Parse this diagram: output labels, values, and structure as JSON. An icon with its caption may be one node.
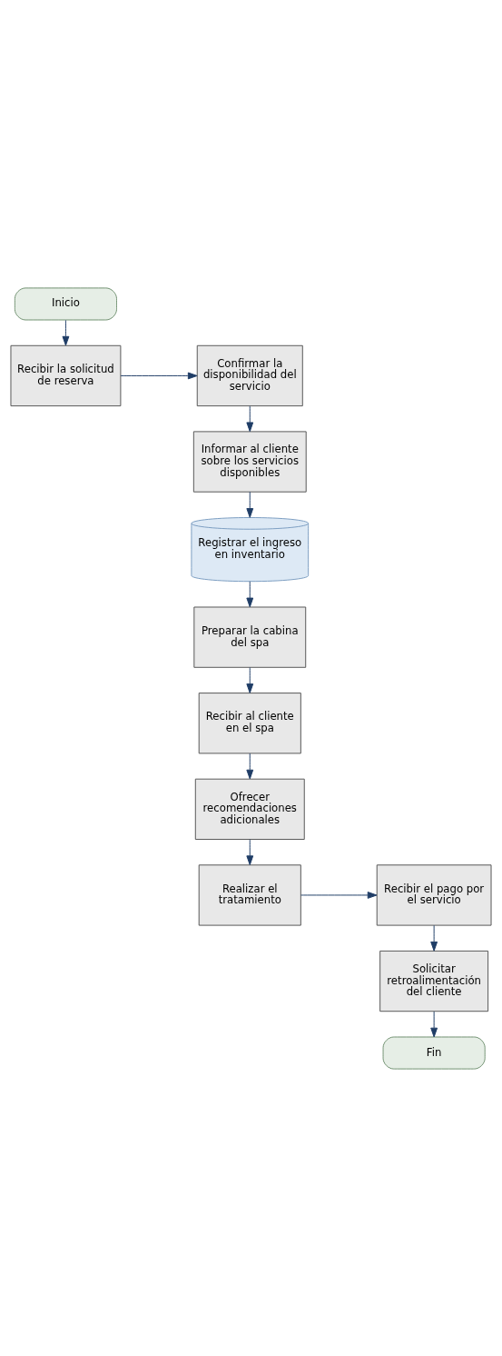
{
  "diagram": {
    "nodes": [
      {
        "text": [
          "Inicio"
        ]
      },
      {
        "text": [
          "Recibir la solicitud de reserva"
        ]
      },
      {
        "text": [
          "Confirmar la disponibilidad del servicio"
        ]
      },
      {
        "text": [
          "Informar al cliente sobre los servicios disponibles"
        ]
      },
      {
        "text": [
          "Registrar el ingreso en inventario"
        ]
      },
      {
        "text": [
          "Preparar la cabina del spa"
        ]
      },
      {
        "text": [
          "Recibir al cliente en el spa"
        ]
      },
      {
        "text": [
          "Ofrecer recomendaciones adicionales"
        ]
      },
      {
        "text": [
          "Realizar el tratamiento"
        ]
      },
      {
        "text": [
          "Recibir el pago por el servicio"
        ]
      },
      {
        "text": [
          "Solicitar retroalimentación del cliente"
        ]
      },
      {
        "text": [
          "Fin"
        ]
      }
    ],
    "edges": [
      {
        "from": 0,
        "to": 1,
        "arrow": "to"
      },
      {
        "from": 1,
        "to": 2,
        "arrow": "to"
      },
      {
        "from": 2,
        "to": 3,
        "arrow": "to"
      },
      {
        "from": 3,
        "to": 4,
        "arrow": "to"
      },
      {
        "from": 4,
        "to": 5,
        "arrow": "to"
      },
      {
        "from": 5,
        "to": 6,
        "arrow": "to"
      },
      {
        "from": 6,
        "to": 7,
        "arrow": "to"
      },
      {
        "from": 7,
        "to": 8,
        "arrow": "to"
      },
      {
        "from": 8,
        "to": 9,
        "arrow": "to"
      },
      {
        "from": 9,
        "to": 10,
        "arrow": "to"
      },
      {
        "from": 10,
        "to": 11,
        "arrow": "to"
      }
    ]
  }
}
